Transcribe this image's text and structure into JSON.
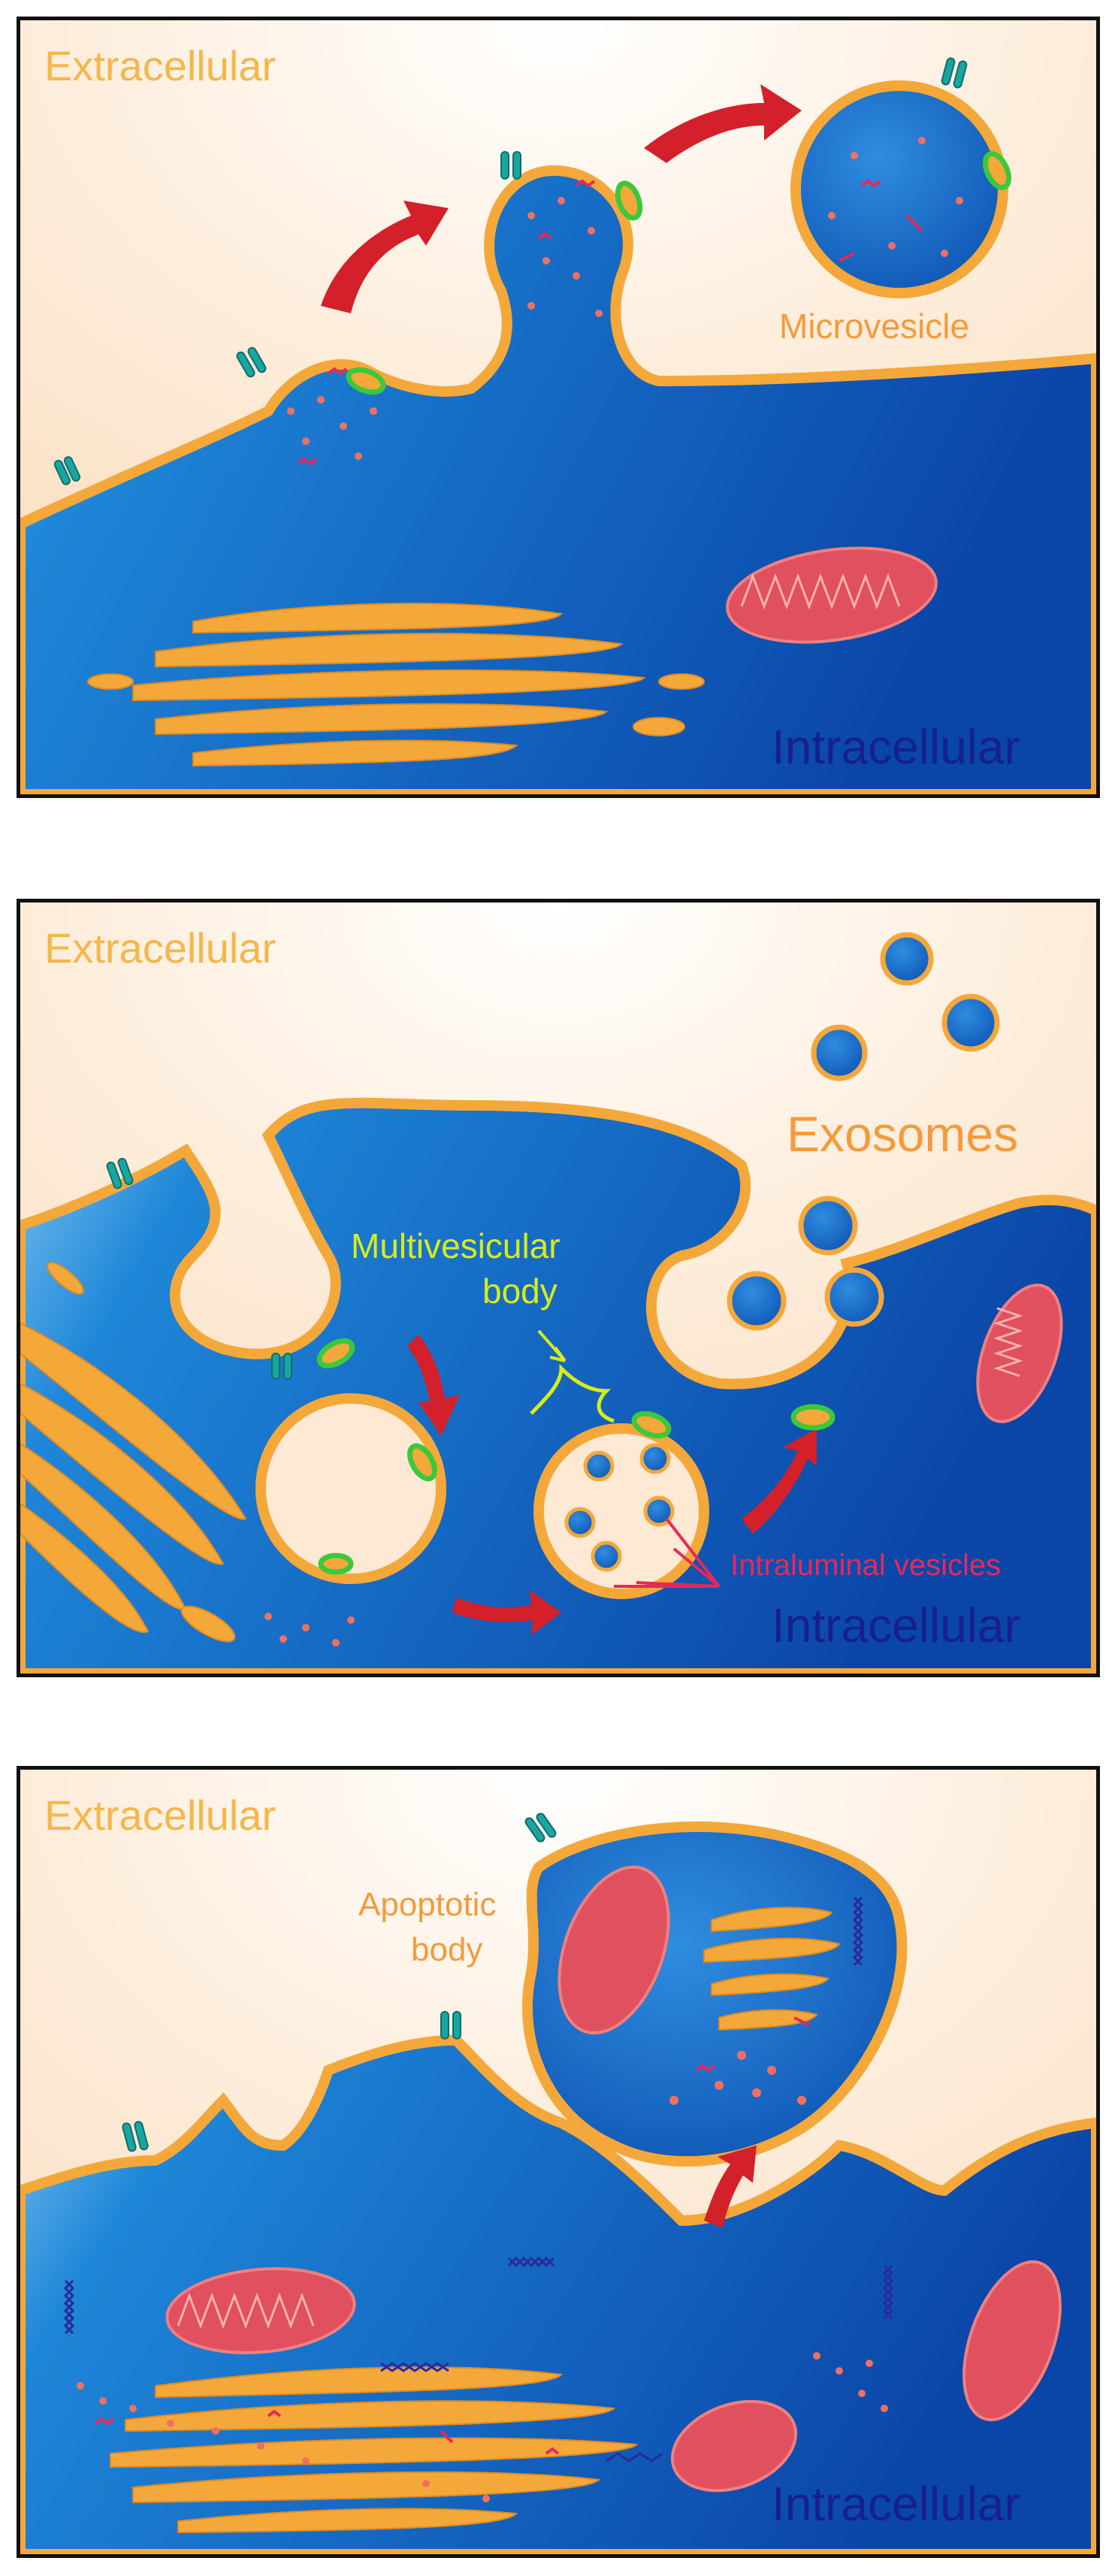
{
  "panel1": {
    "extracellular": "Extracellular",
    "intracellular": "Intracellular",
    "microvesicle": "Microvesicle"
  },
  "panel2": {
    "extracellular": "Extracellular",
    "intracellular": "Intracellular",
    "exosomes": "Exosomes",
    "multivesicular_line1": "Multivesicular",
    "multivesicular_line2": "body",
    "intraluminal": "Intraluminal vesicles"
  },
  "panel3": {
    "extracellular": "Extracellular",
    "intracellular": "Intracellular",
    "apoptotic_line1": "Apoptotic",
    "apoptotic_line2": "body"
  },
  "colors": {
    "extracellular_bg": "#fde9d4",
    "cytoplasm": "#1e6fce",
    "membrane": "#f4a83a",
    "arrow": "#d4202a",
    "receptor": "#1aa6a0",
    "protein": "#3cc83c",
    "mitochondrion": "#e0505e"
  }
}
